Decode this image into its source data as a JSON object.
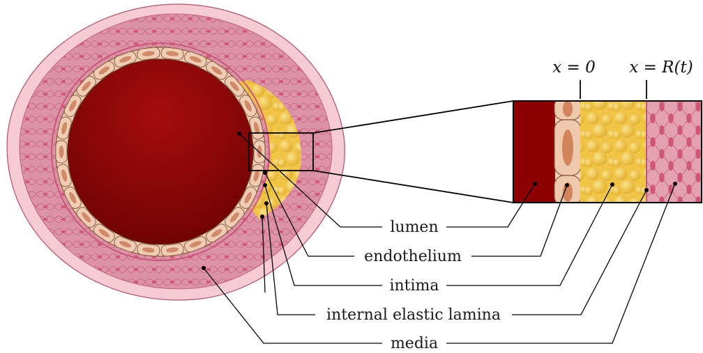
{
  "diagram": {
    "title": "",
    "labels": {
      "lumen": "lumen",
      "endothelium": "endothelium",
      "intima": "intima",
      "internal_elastic_lamina": "internal elastic lamina",
      "media": "media"
    },
    "markers": {
      "x0": "x = 0",
      "xR": "x = R(t)"
    },
    "colors": {
      "lumen": "#8b0000",
      "lumen_light": "#a30f0f",
      "endothelium": "#efcdb4",
      "endothelium_border": "#8a5a3c",
      "nucleus": "#d08a6a",
      "intima": "#f2c94c",
      "intima_blob": "#e8b83a",
      "media": "#dc8fa3",
      "media_line": "#c86a86",
      "media_nucleus": "#d05a78",
      "adventitia": "#f6cdd6",
      "outline": "#000000"
    }
  }
}
